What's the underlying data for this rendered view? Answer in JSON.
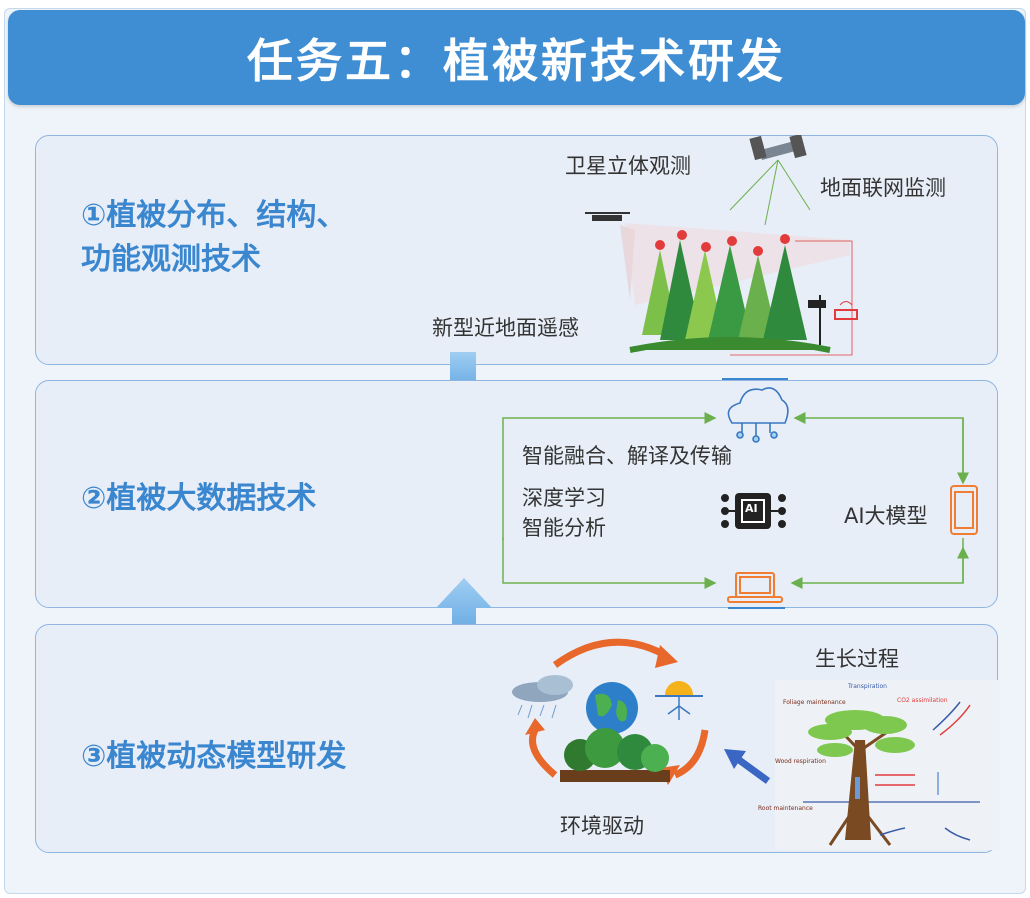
{
  "header": {
    "title": "任务五：植被新技术研发"
  },
  "panel1": {
    "heading_line1": "①植被分布、结构、",
    "heading_line2": "功能观测技术",
    "satellite_label": "卫星立体观测",
    "ground_label": "地面联网监测",
    "near_ground_label": "新型近地面遥感"
  },
  "panel2": {
    "heading": "②植被大数据技术",
    "fusion_label": "智能融合、解译及传输",
    "deep_learning_line1": "深度学习",
    "deep_learning_line2": "智能分析",
    "ai_model_label": "AI大模型",
    "chip_text": "AI"
  },
  "panel3": {
    "heading": "③植被动态模型研发",
    "env_label": "环境驱动",
    "growth_label": "生长过程",
    "tree_labels": {
      "transpiration": "Transpiration",
      "foliage": "Foliage maintenance",
      "co2": "CO2 assimilation",
      "wood": "Wood respiration",
      "root": "Root maintenance"
    }
  },
  "colors": {
    "header": "#3f8ed4",
    "heading": "#3b87cf",
    "panel_border": "#8fb6e0",
    "loop": "#6ab04c",
    "device": "#f07d32"
  }
}
